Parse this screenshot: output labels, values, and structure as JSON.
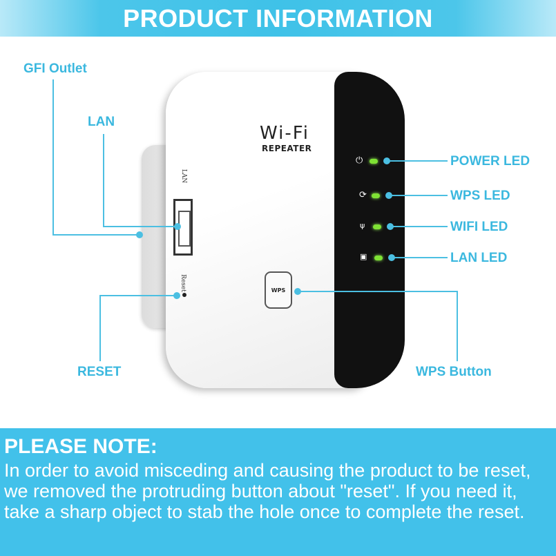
{
  "header": {
    "title": "PRODUCT INFORMATION"
  },
  "device": {
    "brand": "Wi-Fi",
    "model": "REPEATER",
    "port_label": "LAN",
    "reset_label": "Reset",
    "wps_button_text": "WPS"
  },
  "callouts": {
    "gfi_outlet": "GFI Outlet",
    "lan": "LAN",
    "reset": "RESET",
    "power_led": "POWER LED",
    "wps_led": "WPS LED",
    "wifi_led": "WIFI LED",
    "lan_led": "LAN LED",
    "wps_button": "WPS Button"
  },
  "colors": {
    "accent": "#42c1ea",
    "led": "#7fe234"
  },
  "note": {
    "title": "PLEASE NOTE:",
    "body": "In order to avoid misceding and causing  the  product  to be reset, we removed the protruding button about \"reset\". If you need it, take a sharp object to stab the hole once to complete the reset."
  }
}
